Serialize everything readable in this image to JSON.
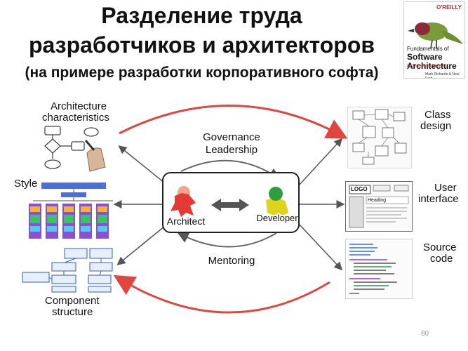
{
  "slide": {
    "title_line1": "Разделение труда",
    "title_line2": "разработчиков и архитекторов",
    "title_line3": "(на примере разработки корпоративного софта)",
    "page_number": "80"
  },
  "book": {
    "publisher": "O'REILLY",
    "title_small": "Fundamentals of",
    "title_big1": "Software",
    "title_big2": "Architecture",
    "subtitle": "An Engineering Approach",
    "authors": "Mark Richards & Neal Ford"
  },
  "left": {
    "arch_char_line1": "Architecture",
    "arch_char_line2": "characteristics",
    "style": "Style",
    "component_line1": "Component",
    "component_line2": "structure"
  },
  "right": {
    "class_line1": "Class",
    "class_line2": "design",
    "ui_line1": "User",
    "ui_line2": "interface",
    "source_line1": "Source",
    "source_line2": "code",
    "mockup_logo": "LOGO",
    "mockup_heading": "Heading"
  },
  "center": {
    "governance": "Governance",
    "leadership": "Leadership",
    "mentoring": "Mentoring",
    "architect": "Architect",
    "developer": "Developer"
  },
  "colors": {
    "red_arrow": "#e0463f",
    "gray_arrow": "#555555",
    "architect_red": "#e53935",
    "architect_head": "#f2a58a",
    "developer_yellow": "#e0d21f",
    "developer_green": "#2e9e3e"
  }
}
